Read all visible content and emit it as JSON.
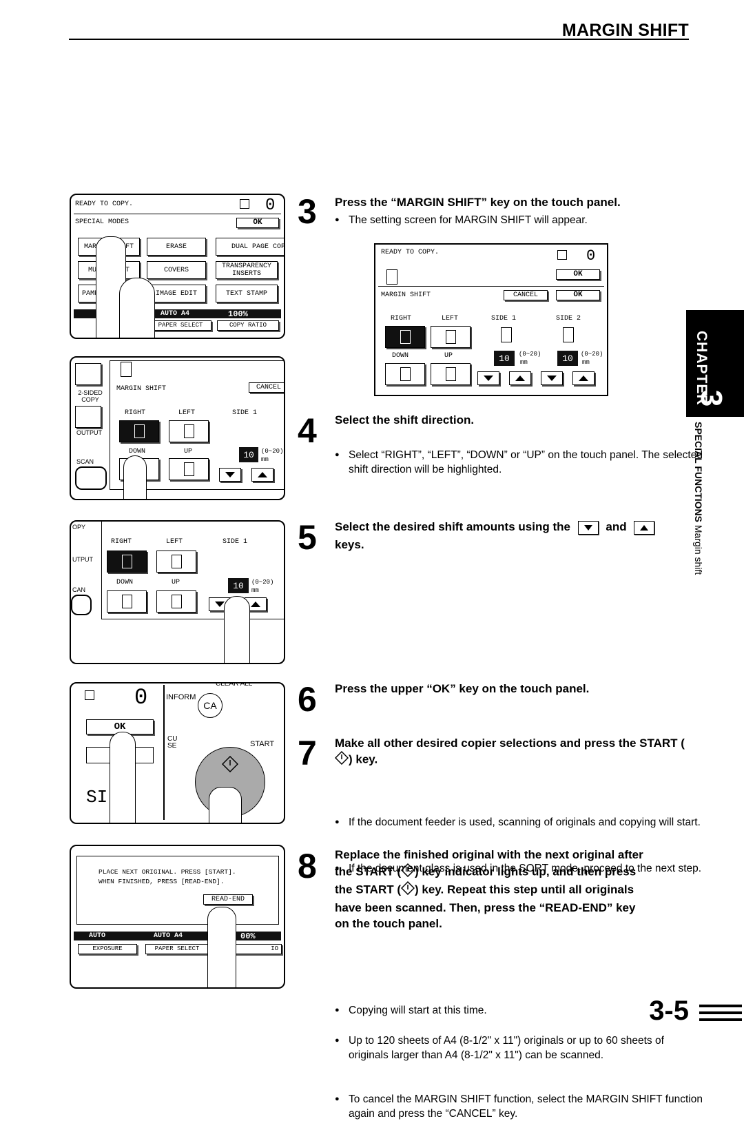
{
  "header": {
    "title": "MARGIN SHIFT"
  },
  "chapter": {
    "label": "CHAPTER",
    "number": "3",
    "section": "SPECIAL FUNCTIONS",
    "topic": "Margin shift"
  },
  "page_number": "3-5",
  "steps": [
    {
      "num": "3",
      "heading": "Press the “MARGIN SHIFT” key on the touch panel.",
      "bullets": [
        "The setting screen for MARGIN SHIFT will appear."
      ]
    },
    {
      "num": "4",
      "heading": "Select the shift direction.",
      "bullets": [
        "Select “RIGHT”, “LEFT”, “DOWN” or “UP” on the touch panel. The selected shift direction will be highlighted."
      ]
    },
    {
      "num": "5",
      "heading_a": "Select the desired shift amounts using the",
      "heading_and": "and",
      "heading_b": "keys."
    },
    {
      "num": "6",
      "heading": "Press the upper “OK” key on the touch panel."
    },
    {
      "num": "7",
      "heading_a": "Make all other desired copier selections and press the START (",
      "heading_b": ") key.",
      "bullets": [
        "If the document feeder is used, scanning of originals and copying will start.",
        "If the document glass is used in the SORT mode, proceed to the next step."
      ]
    },
    {
      "num": "8",
      "heading_lines": [
        "Replace the finished original with the next original after",
        "the START (",
        ") key indicator lights up, and then press",
        "the START (",
        ") key. Repeat this step until all originals",
        "have been scanned. Then, press the “READ-END” key",
        "on the touch panel."
      ],
      "bullets": [
        "Copying will start at this time.",
        "Up to 120 sheets of A4 (8-1/2\" x 11\") originals or up to 60 sheets of originals larger than A4 (8-1/2\" x 11\") can be scanned.",
        "To cancel the MARGIN SHIFT function, select the MARGIN SHIFT function again and press the “CANCEL” key."
      ]
    }
  ],
  "screen1": {
    "status": "READY TO COPY.",
    "count": "0",
    "mode": "SPECIAL MODES",
    "ok": "OK",
    "keys": [
      "MARGIN SHIFT",
      "ERASE",
      "DUAL PAGE COPY",
      "MULTI SHOT",
      "COVERS",
      "TRANSPARENCY INSERTS",
      "PAMPHLET COPY",
      "IMAGE EDIT",
      "TEXT STAMP"
    ],
    "paper": "AUTO  A4",
    "ratio": "100%",
    "paper_label": "PAPER SELECT",
    "ratio_label": "COPY RATIO"
  },
  "screen_main": {
    "status": "READY TO COPY.",
    "count": "0",
    "ok": "OK",
    "title": "MARGIN SHIFT",
    "cancel": "CANCEL",
    "right": "RIGHT",
    "left": "LEFT",
    "down": "DOWN",
    "up": "UP",
    "side1": "SIDE 1",
    "side2": "SIDE 2",
    "value1": "10",
    "value2": "10",
    "range": "(0~20)",
    "unit": "mm"
  },
  "screen2": {
    "labels": [
      "2-SIDED COPY",
      "OUTPUT",
      "SCAN"
    ],
    "title": "MARGIN SHIFT",
    "cancel": "CANCEL",
    "right": "RIGHT",
    "left": "LEFT",
    "down": "DOWN",
    "up": "UP",
    "side1": "SIDE 1",
    "value": "10",
    "range": "(0~20)",
    "unit": "mm"
  },
  "screen3": {
    "labels": [
      "OPY",
      "UTPUT",
      "CAN"
    ],
    "right": "RIGHT",
    "left": "LEFT",
    "down": "DOWN",
    "up": "UP",
    "side1": "SIDE 1",
    "value": "10",
    "range": "(0~20)",
    "unit": "mm"
  },
  "screen4": {
    "count": "0",
    "ok": "OK",
    "info": "INFORM",
    "clear_all": "CLEAR ALL",
    "ca": "CA",
    "start": "START",
    "cust": "CU",
    "cust2": "SE",
    "letter": "SI"
  },
  "screen5": {
    "msg1": "PLACE NEXT ORIGINAL. PRESS [START].",
    "msg2": "WHEN FINISHED, PRESS [READ-END].",
    "read_end": "READ-END",
    "auto": "AUTO",
    "paper": "AUTO  A4",
    "ratio": "00%",
    "exposure": "EXPOSURE",
    "paper_select": "PAPER SELECT",
    "ratio_label": "IO"
  }
}
